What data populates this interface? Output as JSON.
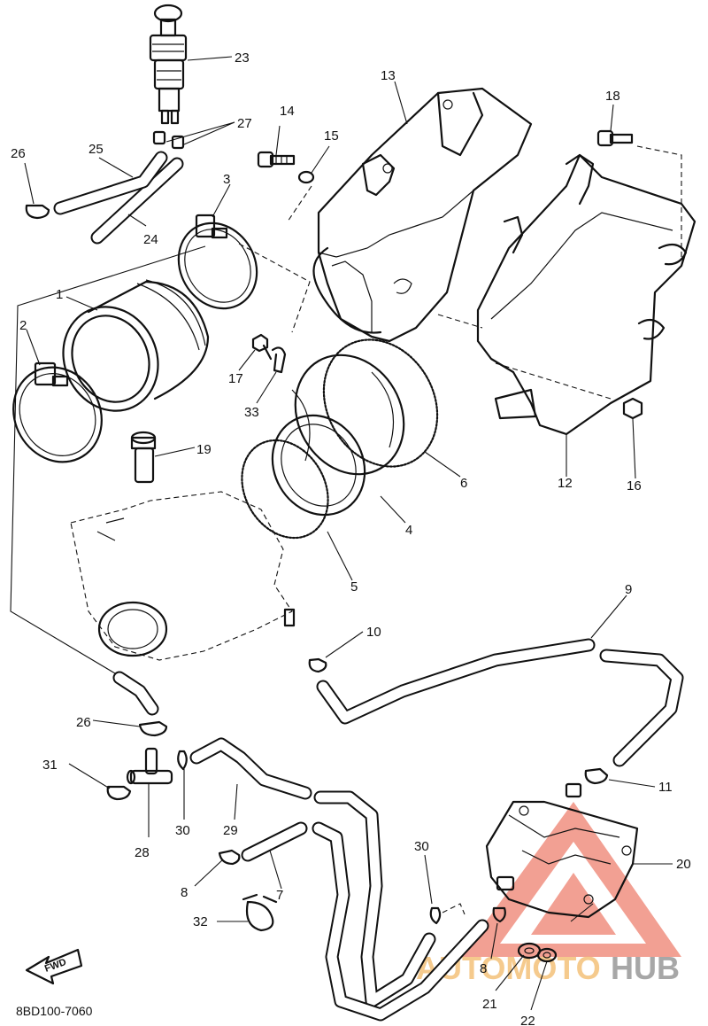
{
  "diagram_code": "8BD100-7060",
  "fwd_label": "FWD",
  "watermark": {
    "text_auto": "AUTOMOTO",
    "text_hub": "HUB",
    "color_auto": "#f2b968",
    "color_hub": "#8a8a8a",
    "triangle_color": "#e8533b"
  },
  "callouts": [
    "1",
    "2",
    "3",
    "4",
    "5",
    "6",
    "7",
    "8",
    "8",
    "9",
    "10",
    "11",
    "12",
    "13",
    "14",
    "15",
    "16",
    "17",
    "18",
    "19",
    "20",
    "21",
    "22",
    "23",
    "24",
    "25",
    "26",
    "26",
    "27",
    "28",
    "29",
    "30",
    "30",
    "31",
    "32",
    "33"
  ]
}
